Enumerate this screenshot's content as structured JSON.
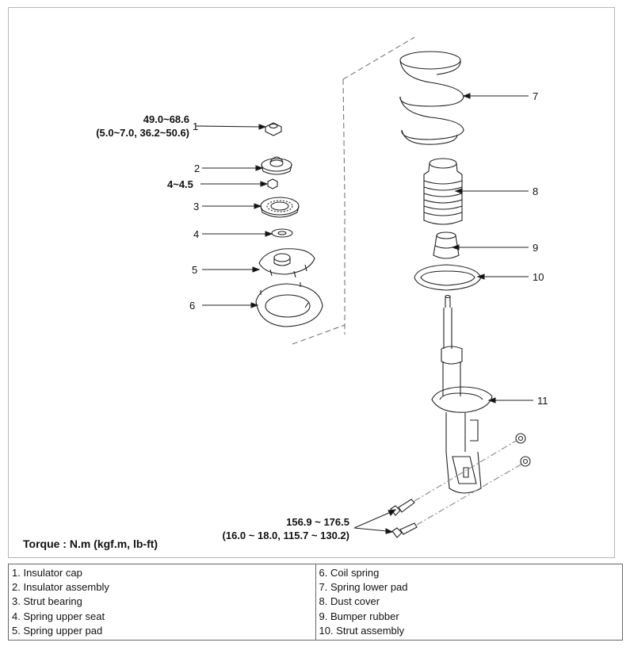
{
  "torque": {
    "nut_top_range": "49.0~68.6",
    "nut_top_alt": "(5.0~7.0, 36.2~50.6)",
    "small_nut": "4~4.5",
    "bolts_range": "156.9 ~ 176.5",
    "bolts_alt": "(16.0 ~ 18.0, 115.7 ~ 130.2)",
    "unit_note": "Torque : N.m (kgf.m, lb-ft)"
  },
  "callouts": [
    "1",
    "2",
    "3",
    "4",
    "5",
    "6",
    "7",
    "8",
    "9",
    "10",
    "11"
  ],
  "legend": {
    "left": [
      "1. Insulator cap",
      "2. Insulator assembly",
      "3. Strut bearing",
      "4. Spring upper seat",
      "5. Spring upper pad"
    ],
    "right": [
      "6. Coil spring",
      "7. Spring lower pad",
      "8. Dust cover",
      "9. Bumper rubber",
      "10. Strut assembly"
    ]
  }
}
